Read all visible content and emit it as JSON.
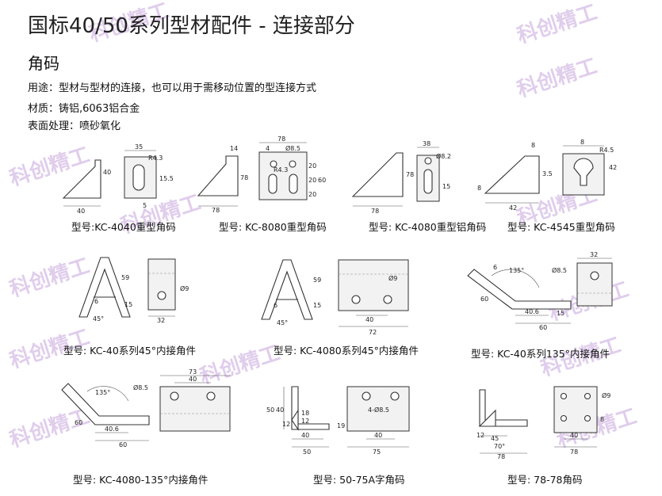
{
  "page": {
    "title": "国标40/50系列型材配件 - 连接部分",
    "section": "角码",
    "usage": "用途：型材与型材的连接，也可以用于需移动位置的型连接方式",
    "material": "材质：铸铝,6063铝合金",
    "surface": "表面处理：喷砂氧化"
  },
  "watermark": {
    "text": "科创精工",
    "color": "#d6bde6"
  },
  "products": [
    {
      "label": "型号:KC-4040重型角码",
      "dims": [
        "35",
        "R4.3",
        "15.5",
        "40",
        "40",
        "5"
      ]
    },
    {
      "label": "型号: KC-8080重型角码",
      "dims": [
        "14",
        "78",
        "Ø8.5",
        "4",
        "R4.3",
        "78",
        "78",
        "20",
        "20",
        "20",
        "60"
      ]
    },
    {
      "label": "型号: KC-4080重型铝角码",
      "dims": [
        "38",
        "Ø8.2",
        "78",
        "78",
        "15"
      ]
    },
    {
      "label": "型号: KC-4545重型角码",
      "dims": [
        "8",
        "8",
        "R4.5",
        "42",
        "3.5",
        "8",
        "42"
      ]
    },
    {
      "label": "型号: KC-40系列45°内接角件",
      "dims": [
        "59",
        "6",
        "15",
        "45°",
        "Ø9",
        "32"
      ]
    },
    {
      "label": "型号: KC-4080系列45°内接角件",
      "dims": [
        "59",
        "6",
        "15",
        "45°",
        "Ø9",
        "40",
        "72"
      ]
    },
    {
      "label": "型号: KC-40系列135°内接角件",
      "dims": [
        "6",
        "135°",
        "Ø8.5",
        "60",
        "32",
        "40.6",
        "15",
        "60"
      ]
    },
    {
      "label": "型号: KC-4080-135°内接角件",
      "dims": [
        "135°",
        "Ø8.5",
        "60",
        "40.6",
        "60",
        "73",
        "40"
      ]
    },
    {
      "label": "型号: 50-75A字角码",
      "dims": [
        "50",
        "40",
        "12",
        "18",
        "12",
        "40",
        "50",
        "4-Ø8.5",
        "19",
        "40",
        "75"
      ]
    },
    {
      "label": "型号: 78-78角码",
      "dims": [
        "Ø9",
        "12",
        "45",
        "70°",
        "78",
        "8",
        "40",
        "78"
      ]
    }
  ]
}
